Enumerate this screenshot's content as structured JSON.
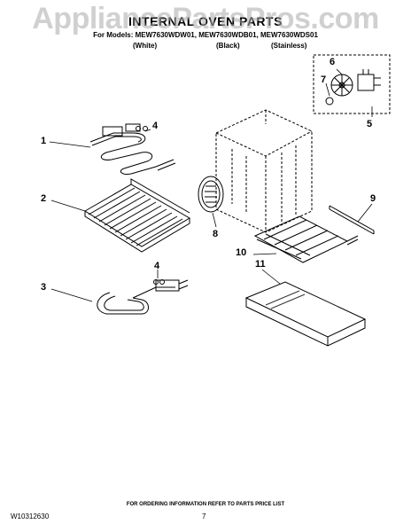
{
  "watermark": "AppliancePartsPros.com",
  "title": "INTERNAL OVEN PARTS",
  "models_line": "For Models: MEW7630WDW01, MEW7630WDB01, MEW7630WDS01",
  "variants": [
    "(White)",
    "(Black)",
    "(Stainless)"
  ],
  "callouts": [
    "1",
    "2",
    "3",
    "4",
    "4",
    "5",
    "6",
    "7",
    "8",
    "9",
    "10",
    "11"
  ],
  "footer_note": "FOR ORDERING INFORMATION REFER TO PARTS PRICE LIST",
  "doc_number": "W10312630",
  "page_number": "7"
}
